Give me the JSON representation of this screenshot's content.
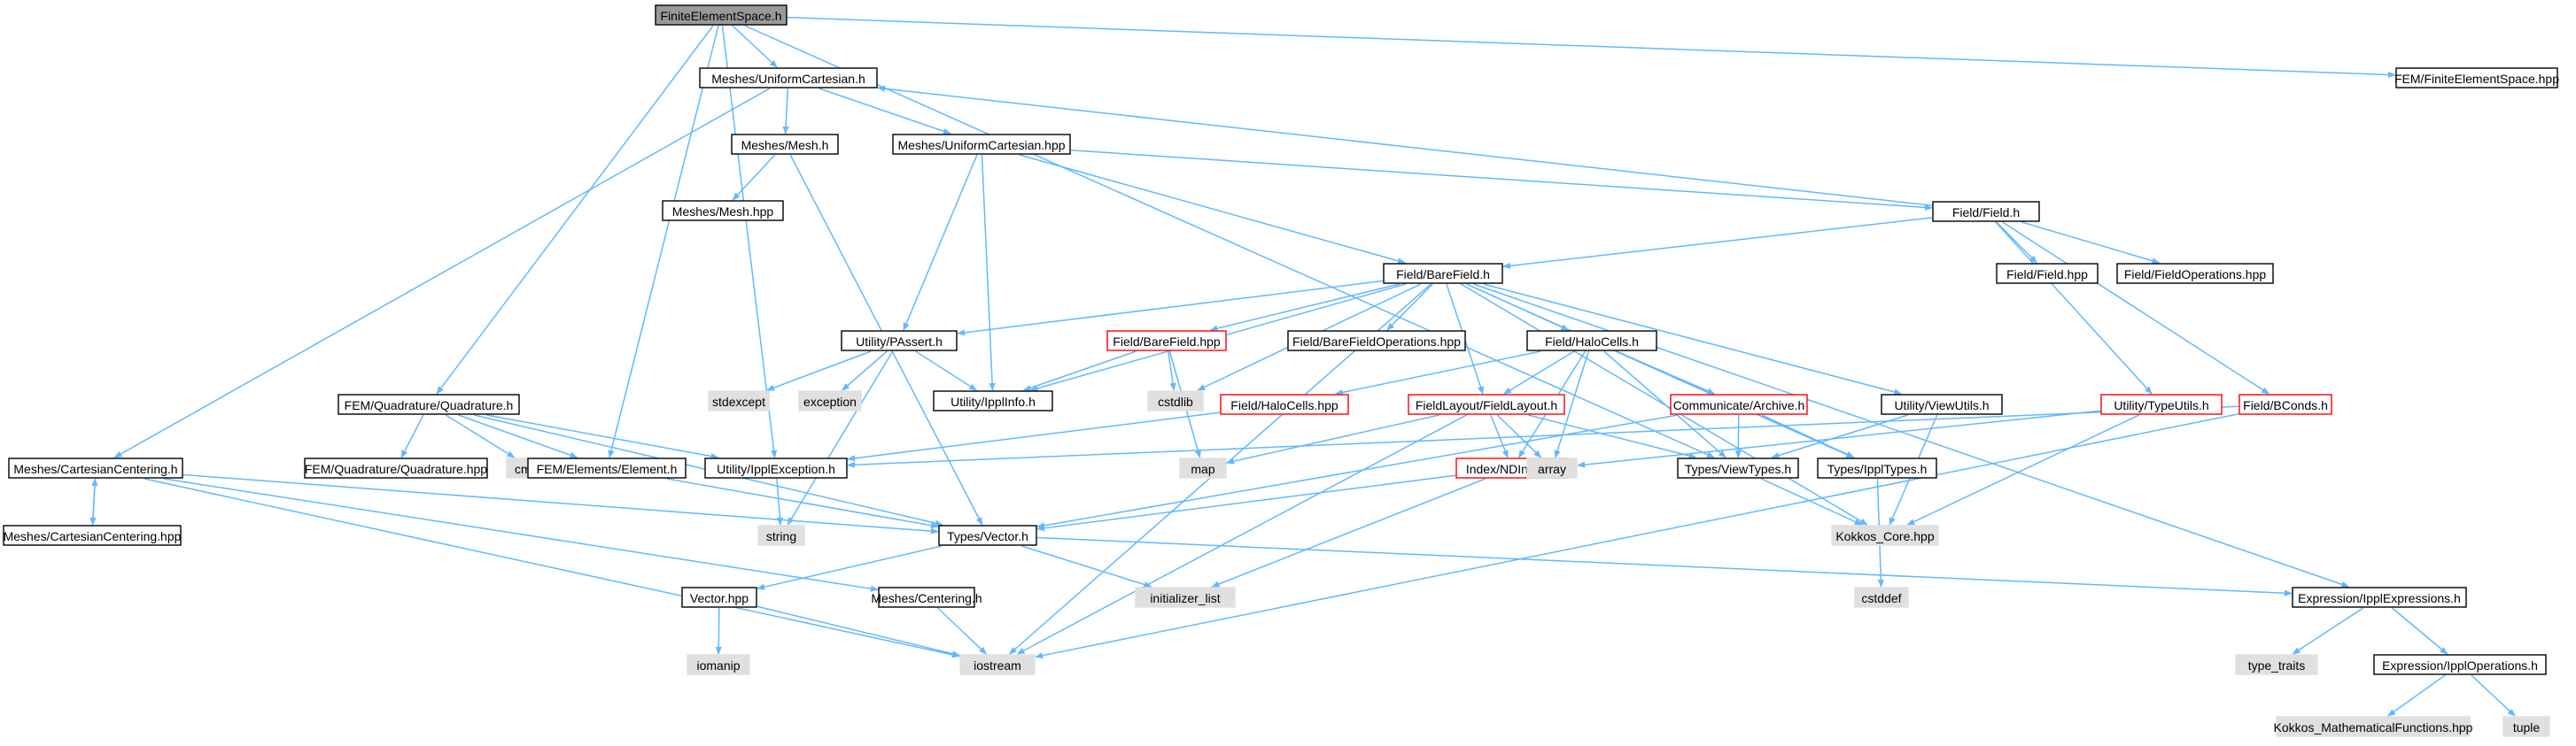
{
  "colors": {
    "edge": "#63b8ff",
    "root_fill": "#999999",
    "default_fill": "#ffffff",
    "default_border": "#000000",
    "external_fill": "#e0e0e0",
    "external_border": "#e0e0e0",
    "truncated_border": "#ff0000"
  },
  "nodes": [
    {
      "id": "n0",
      "label": "FiniteElementSpace.h",
      "kind": "root"
    },
    {
      "id": "n1",
      "label": "Meshes/UniformCartesian.h",
      "kind": "default"
    },
    {
      "id": "n2",
      "label": "FEM/FiniteElementSpace.hpp",
      "kind": "default"
    },
    {
      "id": "n3",
      "label": "Meshes/Mesh.h",
      "kind": "default"
    },
    {
      "id": "n4",
      "label": "Meshes/UniformCartesian.hpp",
      "kind": "default"
    },
    {
      "id": "n5",
      "label": "Meshes/Mesh.hpp",
      "kind": "default"
    },
    {
      "id": "n6",
      "label": "Field/Field.h",
      "kind": "default"
    },
    {
      "id": "n7",
      "label": "Field/BareField.h",
      "kind": "default"
    },
    {
      "id": "n8",
      "label": "Field/Field.hpp",
      "kind": "default"
    },
    {
      "id": "n9",
      "label": "Field/FieldOperations.hpp",
      "kind": "default"
    },
    {
      "id": "n10",
      "label": "Utility/PAssert.h",
      "kind": "default"
    },
    {
      "id": "n11",
      "label": "Field/BareField.hpp",
      "kind": "truncated"
    },
    {
      "id": "n12",
      "label": "Field/BareFieldOperations.hpp",
      "kind": "default"
    },
    {
      "id": "n13",
      "label": "Field/HaloCells.h",
      "kind": "default"
    },
    {
      "id": "n14",
      "label": "stdexcept",
      "kind": "external"
    },
    {
      "id": "n15",
      "label": "exception",
      "kind": "external"
    },
    {
      "id": "n16",
      "label": "Utility/IpplInfo.h",
      "kind": "default"
    },
    {
      "id": "n17",
      "label": "cstdlib",
      "kind": "external"
    },
    {
      "id": "n18",
      "label": "FEM/Quadrature/Quadrature.h",
      "kind": "default"
    },
    {
      "id": "n19",
      "label": "Field/HaloCells.hpp",
      "kind": "truncated"
    },
    {
      "id": "n20",
      "label": "FieldLayout/FieldLayout.h",
      "kind": "truncated"
    },
    {
      "id": "n21",
      "label": "Communicate/Archive.h",
      "kind": "truncated"
    },
    {
      "id": "n22",
      "label": "Utility/ViewUtils.h",
      "kind": "default"
    },
    {
      "id": "n23",
      "label": "Utility/TypeUtils.h",
      "kind": "truncated"
    },
    {
      "id": "n24",
      "label": "Field/BConds.h",
      "kind": "truncated"
    },
    {
      "id": "n25",
      "label": "FEM/Quadrature/Quadrature.hpp",
      "kind": "default"
    },
    {
      "id": "n26",
      "label": "cmath",
      "kind": "external"
    },
    {
      "id": "n27",
      "label": "Meshes/CartesianCentering.h",
      "kind": "default"
    },
    {
      "id": "n28",
      "label": "FEM/Elements/Element.h",
      "kind": "default"
    },
    {
      "id": "n29",
      "label": "Utility/IpplException.h",
      "kind": "default"
    },
    {
      "id": "n30",
      "label": "map",
      "kind": "external"
    },
    {
      "id": "n31",
      "label": "Index/NDIndex.h",
      "kind": "truncated"
    },
    {
      "id": "n32",
      "label": "array",
      "kind": "external"
    },
    {
      "id": "n33",
      "label": "Types/ViewTypes.h",
      "kind": "default"
    },
    {
      "id": "n34",
      "label": "Types/IpplTypes.h",
      "kind": "default"
    },
    {
      "id": "n35",
      "label": "Meshes/CartesianCentering.hpp",
      "kind": "default"
    },
    {
      "id": "n36",
      "label": "string",
      "kind": "external"
    },
    {
      "id": "n37",
      "label": "Types/Vector.h",
      "kind": "default"
    },
    {
      "id": "n38",
      "label": "Kokkos_Core.hpp",
      "kind": "external"
    },
    {
      "id": "n39",
      "label": "cstddef",
      "kind": "external"
    },
    {
      "id": "n40",
      "label": "Vector.hpp",
      "kind": "default"
    },
    {
      "id": "n41",
      "label": "Meshes/Centering.h",
      "kind": "default"
    },
    {
      "id": "n42",
      "label": "initializer_list",
      "kind": "external"
    },
    {
      "id": "n43",
      "label": "Expression/IpplExpressions.h",
      "kind": "default"
    },
    {
      "id": "n44",
      "label": "iomanip",
      "kind": "external"
    },
    {
      "id": "n45",
      "label": "iostream",
      "kind": "external"
    },
    {
      "id": "n46",
      "label": "type_traits",
      "kind": "external"
    },
    {
      "id": "n47",
      "label": "Expression/IpplOperations.h",
      "kind": "default"
    },
    {
      "id": "n48",
      "label": "Kokkos_MathematicalFunctions.hpp",
      "kind": "external"
    },
    {
      "id": "n49",
      "label": "tuple",
      "kind": "external"
    }
  ],
  "edges": [
    [
      "n0",
      "n1"
    ],
    [
      "n0",
      "n2"
    ],
    [
      "n0",
      "n18"
    ],
    [
      "n0",
      "n28"
    ],
    [
      "n0",
      "n29"
    ],
    [
      "n0",
      "n33"
    ],
    [
      "n1",
      "n3"
    ],
    [
      "n1",
      "n4"
    ],
    [
      "n1",
      "n27"
    ],
    [
      "n3",
      "n5"
    ],
    [
      "n3",
      "n37"
    ],
    [
      "n4",
      "n6"
    ],
    [
      "n4",
      "n7"
    ],
    [
      "n4",
      "n10"
    ],
    [
      "n4",
      "n16"
    ],
    [
      "n6",
      "n1"
    ],
    [
      "n6",
      "n7"
    ],
    [
      "n6",
      "n8"
    ],
    [
      "n6",
      "n9"
    ],
    [
      "n6",
      "n23"
    ],
    [
      "n6",
      "n24"
    ],
    [
      "n7",
      "n10"
    ],
    [
      "n7",
      "n11"
    ],
    [
      "n7",
      "n12"
    ],
    [
      "n7",
      "n13"
    ],
    [
      "n7",
      "n16"
    ],
    [
      "n7",
      "n17"
    ],
    [
      "n7",
      "n20"
    ],
    [
      "n7",
      "n22"
    ],
    [
      "n7",
      "n34"
    ],
    [
      "n7",
      "n38"
    ],
    [
      "n7",
      "n43"
    ],
    [
      "n7",
      "n45"
    ],
    [
      "n10",
      "n14"
    ],
    [
      "n10",
      "n15"
    ],
    [
      "n10",
      "n16"
    ],
    [
      "n10",
      "n36"
    ],
    [
      "n11",
      "n16"
    ],
    [
      "n11",
      "n17"
    ],
    [
      "n11",
      "n30"
    ],
    [
      "n13",
      "n19"
    ],
    [
      "n13",
      "n20"
    ],
    [
      "n13",
      "n21"
    ],
    [
      "n13",
      "n31"
    ],
    [
      "n13",
      "n32"
    ],
    [
      "n13",
      "n33"
    ],
    [
      "n13",
      "n34"
    ],
    [
      "n18",
      "n25"
    ],
    [
      "n18",
      "n26"
    ],
    [
      "n18",
      "n28"
    ],
    [
      "n18",
      "n29"
    ],
    [
      "n18",
      "n37"
    ],
    [
      "n19",
      "n29"
    ],
    [
      "n20",
      "n30"
    ],
    [
      "n20",
      "n31"
    ],
    [
      "n20",
      "n32"
    ],
    [
      "n20",
      "n33"
    ],
    [
      "n20",
      "n45"
    ],
    [
      "n21",
      "n33"
    ],
    [
      "n21",
      "n34"
    ],
    [
      "n21",
      "n37"
    ],
    [
      "n22",
      "n33"
    ],
    [
      "n22",
      "n38"
    ],
    [
      "n23",
      "n32"
    ],
    [
      "n23",
      "n38"
    ],
    [
      "n24",
      "n29"
    ],
    [
      "n24",
      "n45"
    ],
    [
      "n27",
      "n35"
    ],
    [
      "n27",
      "n37"
    ],
    [
      "n27",
      "n41"
    ],
    [
      "n27",
      "n45"
    ],
    [
      "n35",
      "n27"
    ],
    [
      "n28",
      "n37"
    ],
    [
      "n29",
      "n36"
    ],
    [
      "n31",
      "n37"
    ],
    [
      "n31",
      "n42"
    ],
    [
      "n33",
      "n38"
    ],
    [
      "n34",
      "n39"
    ],
    [
      "n37",
      "n40"
    ],
    [
      "n37",
      "n42"
    ],
    [
      "n37",
      "n43"
    ],
    [
      "n40",
      "n44"
    ],
    [
      "n40",
      "n45"
    ],
    [
      "n41",
      "n45"
    ],
    [
      "n43",
      "n46"
    ],
    [
      "n43",
      "n47"
    ],
    [
      "n47",
      "n48"
    ],
    [
      "n47",
      "n49"
    ]
  ]
}
